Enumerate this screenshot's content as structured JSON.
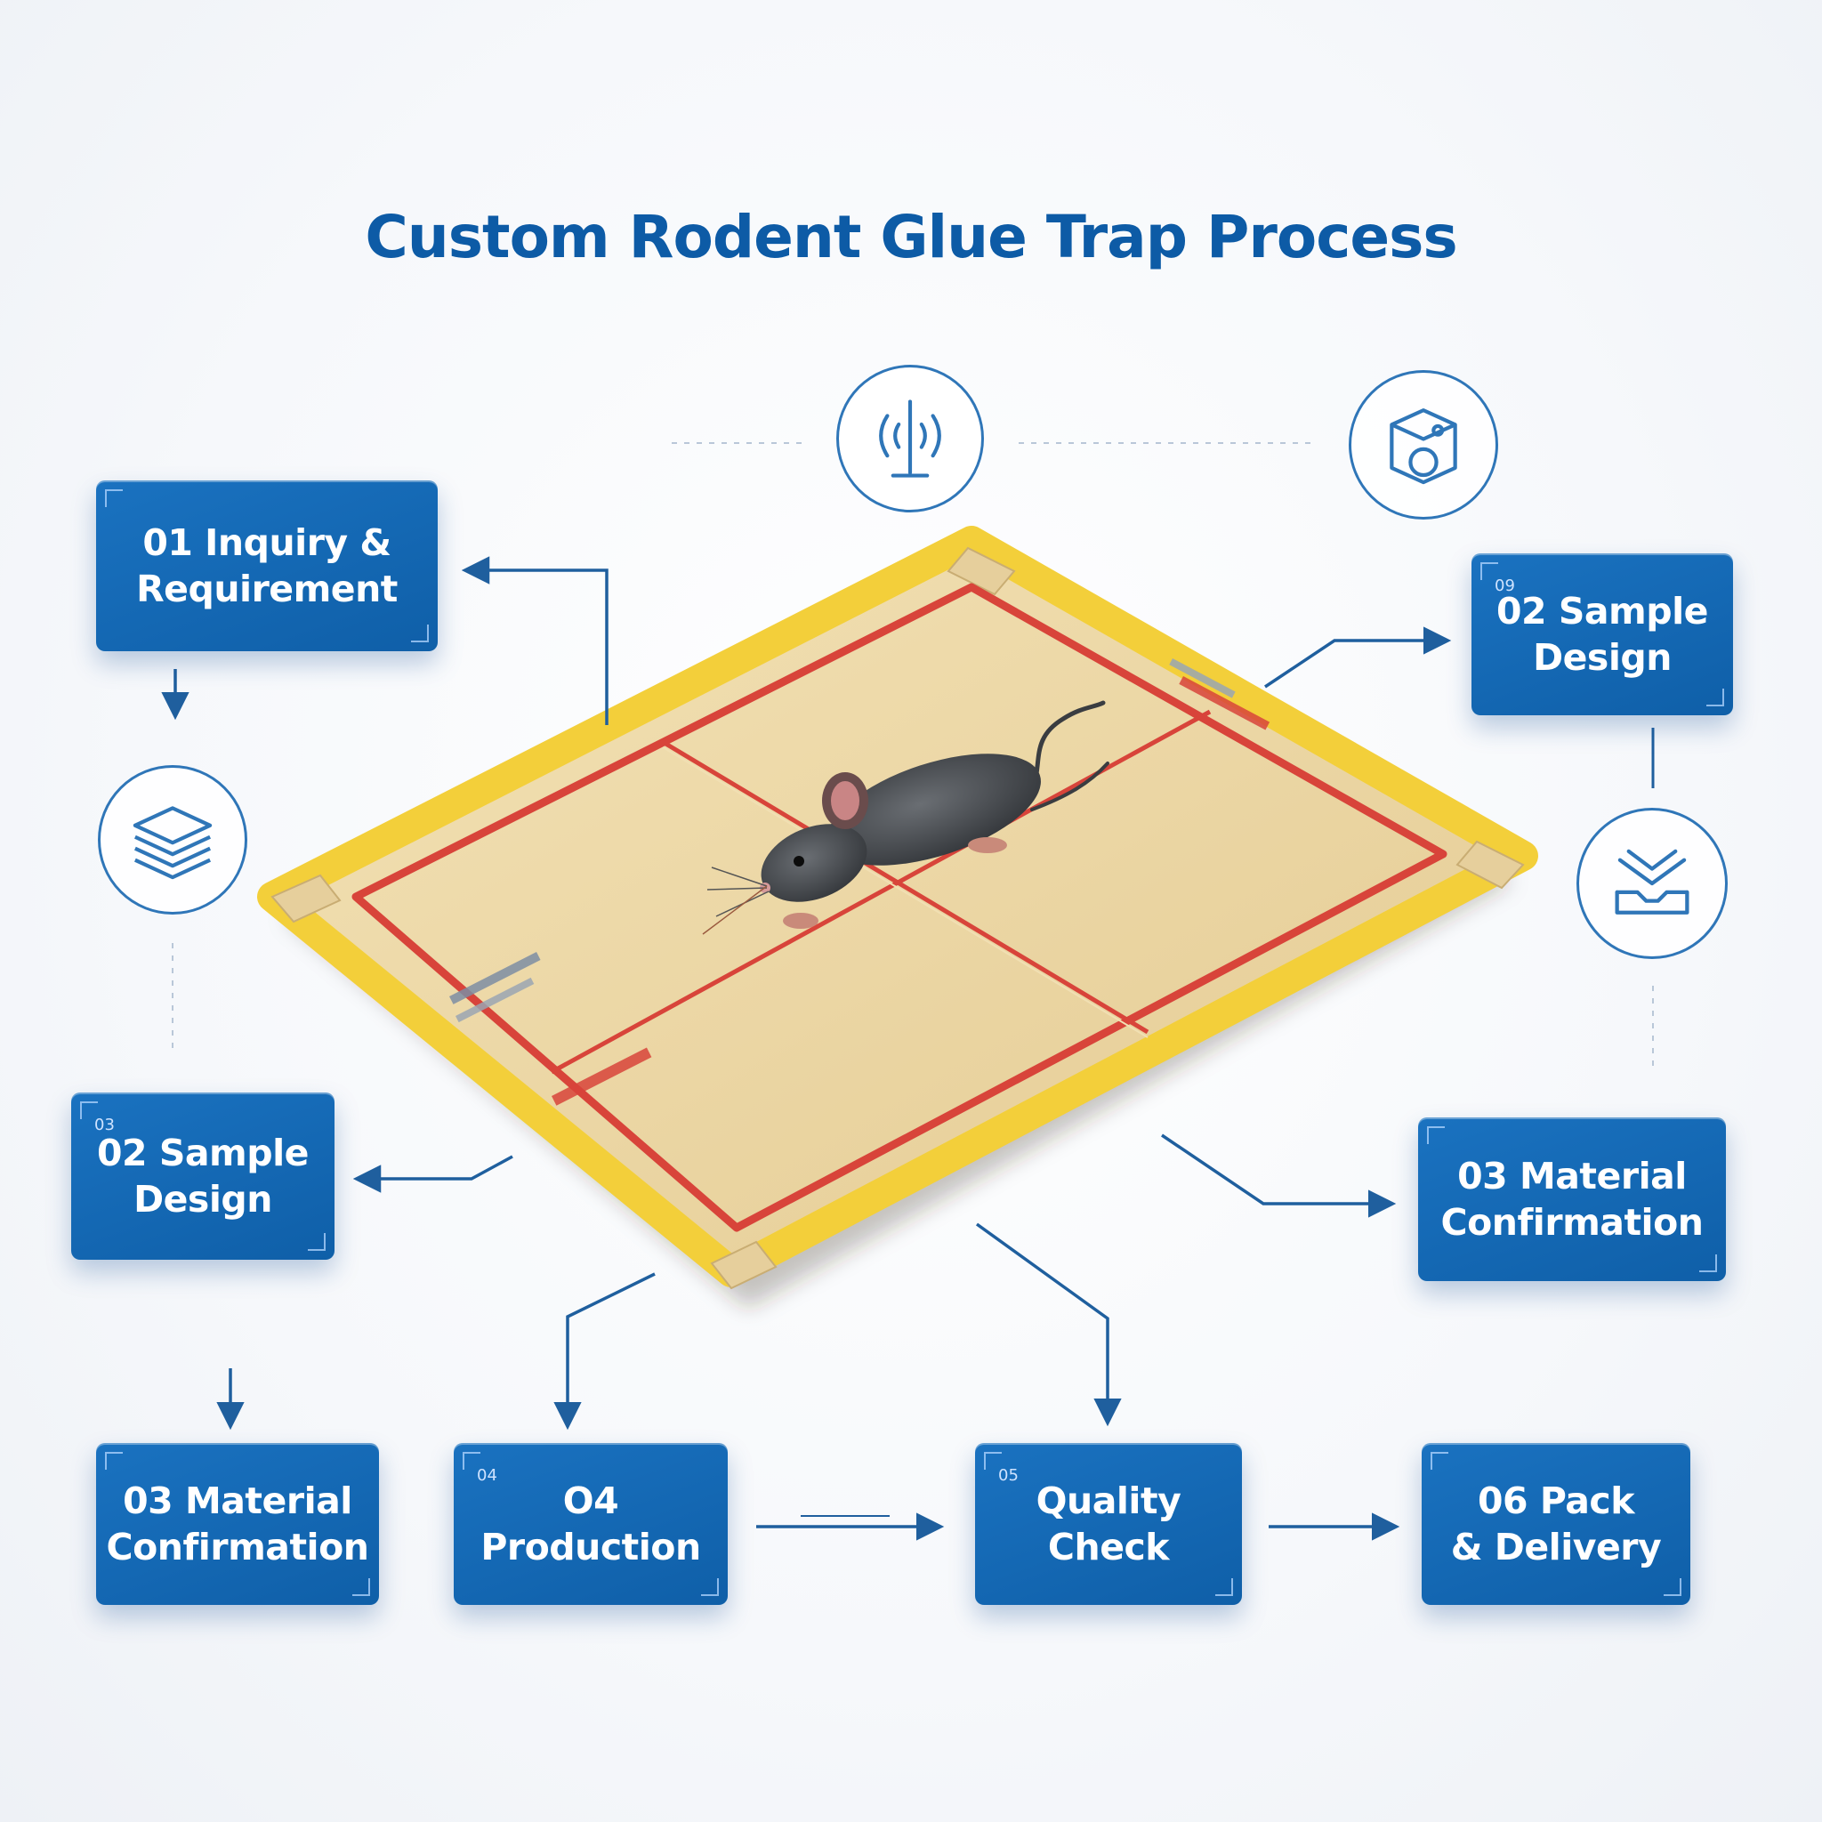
{
  "title": "Custom Rodent Glue Trap Process",
  "steps": [
    {
      "id": "inquiry-requirement",
      "label": "01 Inquiry &\nRequirement",
      "tag": ""
    },
    {
      "id": "sample-design-right",
      "label": "02 Sample\nDesign",
      "tag": "09"
    },
    {
      "id": "sample-design-left",
      "label": "02 Sample\nDesign",
      "tag": "03"
    },
    {
      "id": "material-confirmation-right",
      "label": "03 Material\nConfirmation",
      "tag": ""
    },
    {
      "id": "material-confirmation-bottom",
      "label": "03 Material\nConfirmation",
      "tag": ""
    },
    {
      "id": "production",
      "label": "O4\nProduction",
      "tag": "04"
    },
    {
      "id": "quality-check",
      "label": "Quality\nCheck",
      "tag": "05"
    },
    {
      "id": "pack-delivery",
      "label": "06 Pack\n& Delivery",
      "tag": ""
    }
  ],
  "icons": [
    {
      "id": "signal-icon",
      "name": "signal-broadcast-icon"
    },
    {
      "id": "package-icon",
      "name": "package-inspect-icon"
    },
    {
      "id": "layers-icon",
      "name": "layers-stack-icon"
    },
    {
      "id": "box-icon",
      "name": "open-box-icon"
    }
  ],
  "colors": {
    "title": "#0d5ba6",
    "card": "#1466b3",
    "connector": "#1f5f9e",
    "board": "#ecd7a6",
    "border_red": "#d8443a",
    "border_yellow": "#f3cf3a"
  }
}
